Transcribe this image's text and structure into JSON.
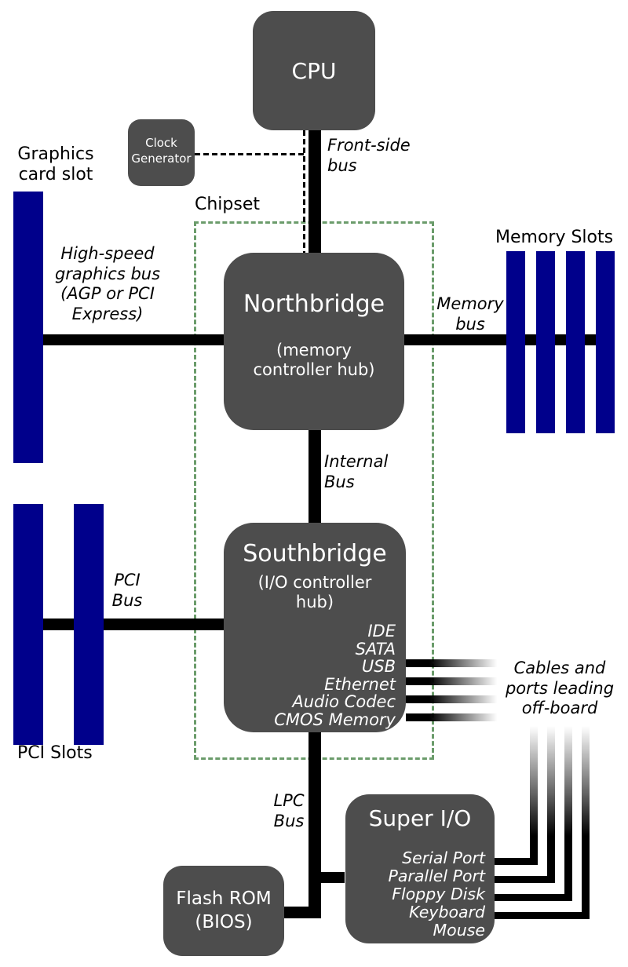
{
  "diagram": {
    "section_labels": {
      "chipset": "Chipset",
      "graphics_card_slot": "Graphics\ncard slot",
      "memory_slots": "Memory Slots",
      "pci_slots": "PCI Slots",
      "cables_offboard": "Cables and\nports leading\noff-board"
    },
    "nodes": {
      "cpu": {
        "label": "CPU"
      },
      "clock_generator": {
        "label": "Clock\nGenerator"
      },
      "northbridge": {
        "title": "Northbridge",
        "subtitle": "(memory\ncontroller hub)"
      },
      "southbridge": {
        "title": "Southbridge",
        "subtitle": "(I/O controller\nhub)",
        "ports": [
          "IDE",
          "SATA",
          "USB",
          "Ethernet",
          "Audio Codec",
          "CMOS Memory"
        ]
      },
      "super_io": {
        "title": "Super I/O",
        "ports": [
          "Serial Port",
          "Parallel Port",
          "Floppy Disk",
          "Keyboard",
          "Mouse"
        ]
      },
      "flash_rom": {
        "label": "Flash ROM\n(BIOS)"
      }
    },
    "bus_labels": {
      "front_side": "Front-side\nbus",
      "graphics": "High-speed\ngraphics bus\n(AGP or PCI\nExpress)",
      "memory": "Memory\nbus",
      "internal": "Internal\nBus",
      "pci": "PCI\nBus",
      "lpc": "LPC\nBus"
    },
    "colors": {
      "node_fill": "#4d4d4d",
      "slot_blue": "#00008b",
      "chipset_outline": "#6b9e6b",
      "bus": "#000000",
      "text_on_node": "#ffffff",
      "text": "#000000"
    }
  }
}
